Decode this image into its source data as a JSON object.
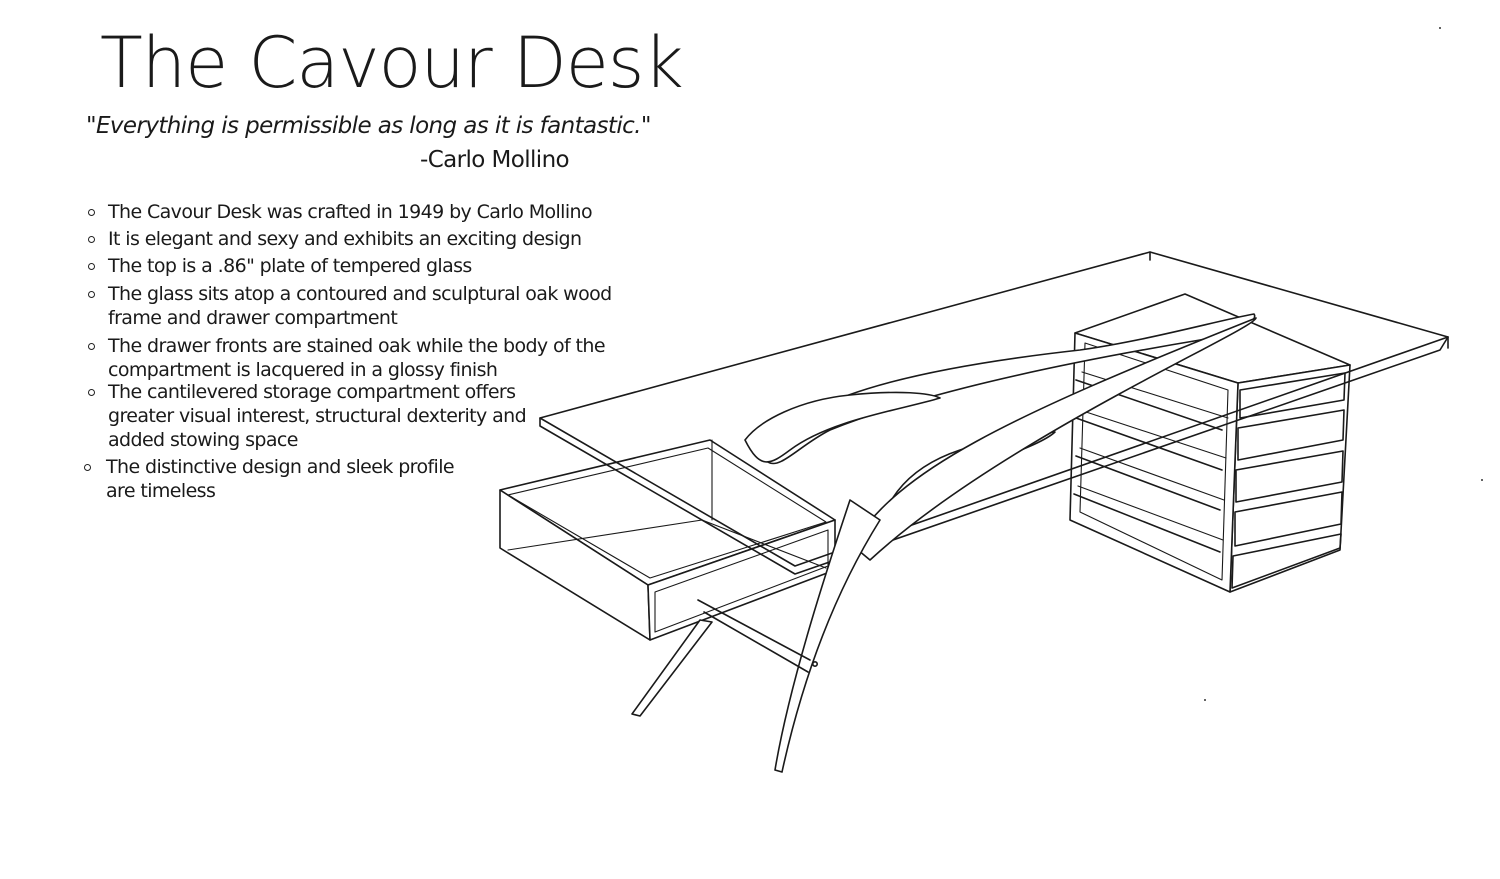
{
  "title": "The Cavour Desk",
  "quote": "\"Everything is permissible as long as it is fantastic.\"",
  "attribution": "-Carlo Mollino",
  "bullets": [
    {
      "line1": "The Cavour Desk was crafted in 1949 by Carlo Mollino",
      "line2": ""
    },
    {
      "line1": "It is elegant and sexy and exhibits an exciting design",
      "line2": ""
    },
    {
      "line1": "The top is a .86\" plate of tempered glass",
      "line2": ""
    },
    {
      "line1": "The glass sits atop a contoured and sculptural oak wood",
      "line2": "frame and drawer compartment"
    },
    {
      "line1": "The drawer fronts are stained oak while the body of the",
      "line2": "compartment is lacquered in a glossy finish"
    },
    {
      "line1": "The cantilevered storage compartment offers",
      "line2": "greater visual interest, structural dexterity and",
      "line3": "added stowing space"
    },
    {
      "line1": "The distinctive design and sleek profile",
      "line2": "are timeless"
    }
  ]
}
